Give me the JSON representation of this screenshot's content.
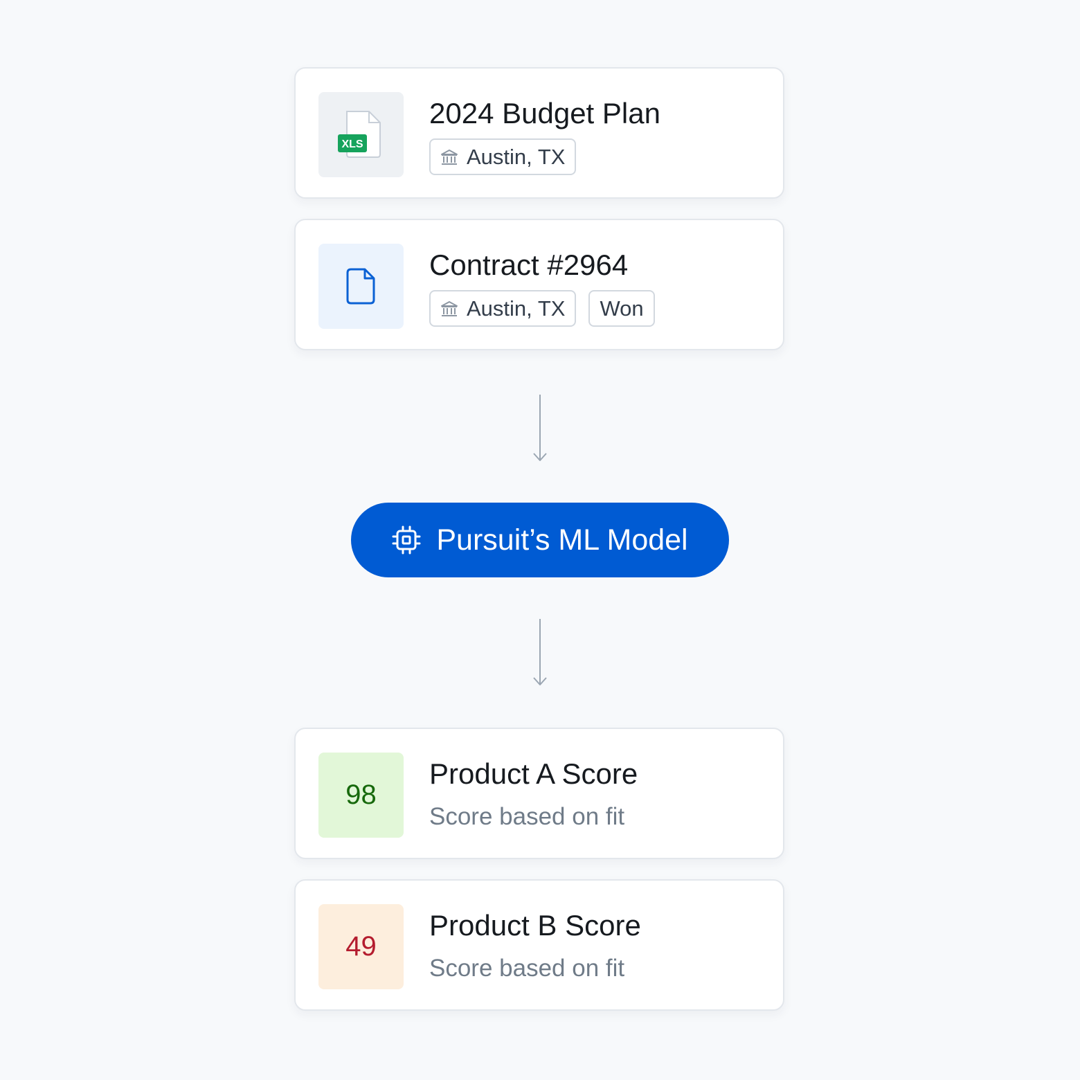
{
  "inputs": [
    {
      "title": "2024 Budget Plan",
      "file_badge": "XLS",
      "tags": [
        "Austin, TX"
      ]
    },
    {
      "title": "Contract #2964",
      "tags": [
        "Austin, TX",
        "Won"
      ]
    }
  ],
  "model": {
    "label": "Pursuit’s ML Model"
  },
  "outputs": [
    {
      "score": "98",
      "title": "Product A Score",
      "subtitle": "Score based on fit",
      "bg": "#e2f7d8",
      "color": "#17690c"
    },
    {
      "score": "49",
      "title": "Product B Score",
      "subtitle": "Score based on fit",
      "bg": "#fdeedd",
      "color": "#b41c2e"
    }
  ],
  "colors": {
    "accent": "#005bd3",
    "xls_green": "#16a35c",
    "doc_blue": "#0b61d4",
    "arrow": "#9ba6b2"
  }
}
